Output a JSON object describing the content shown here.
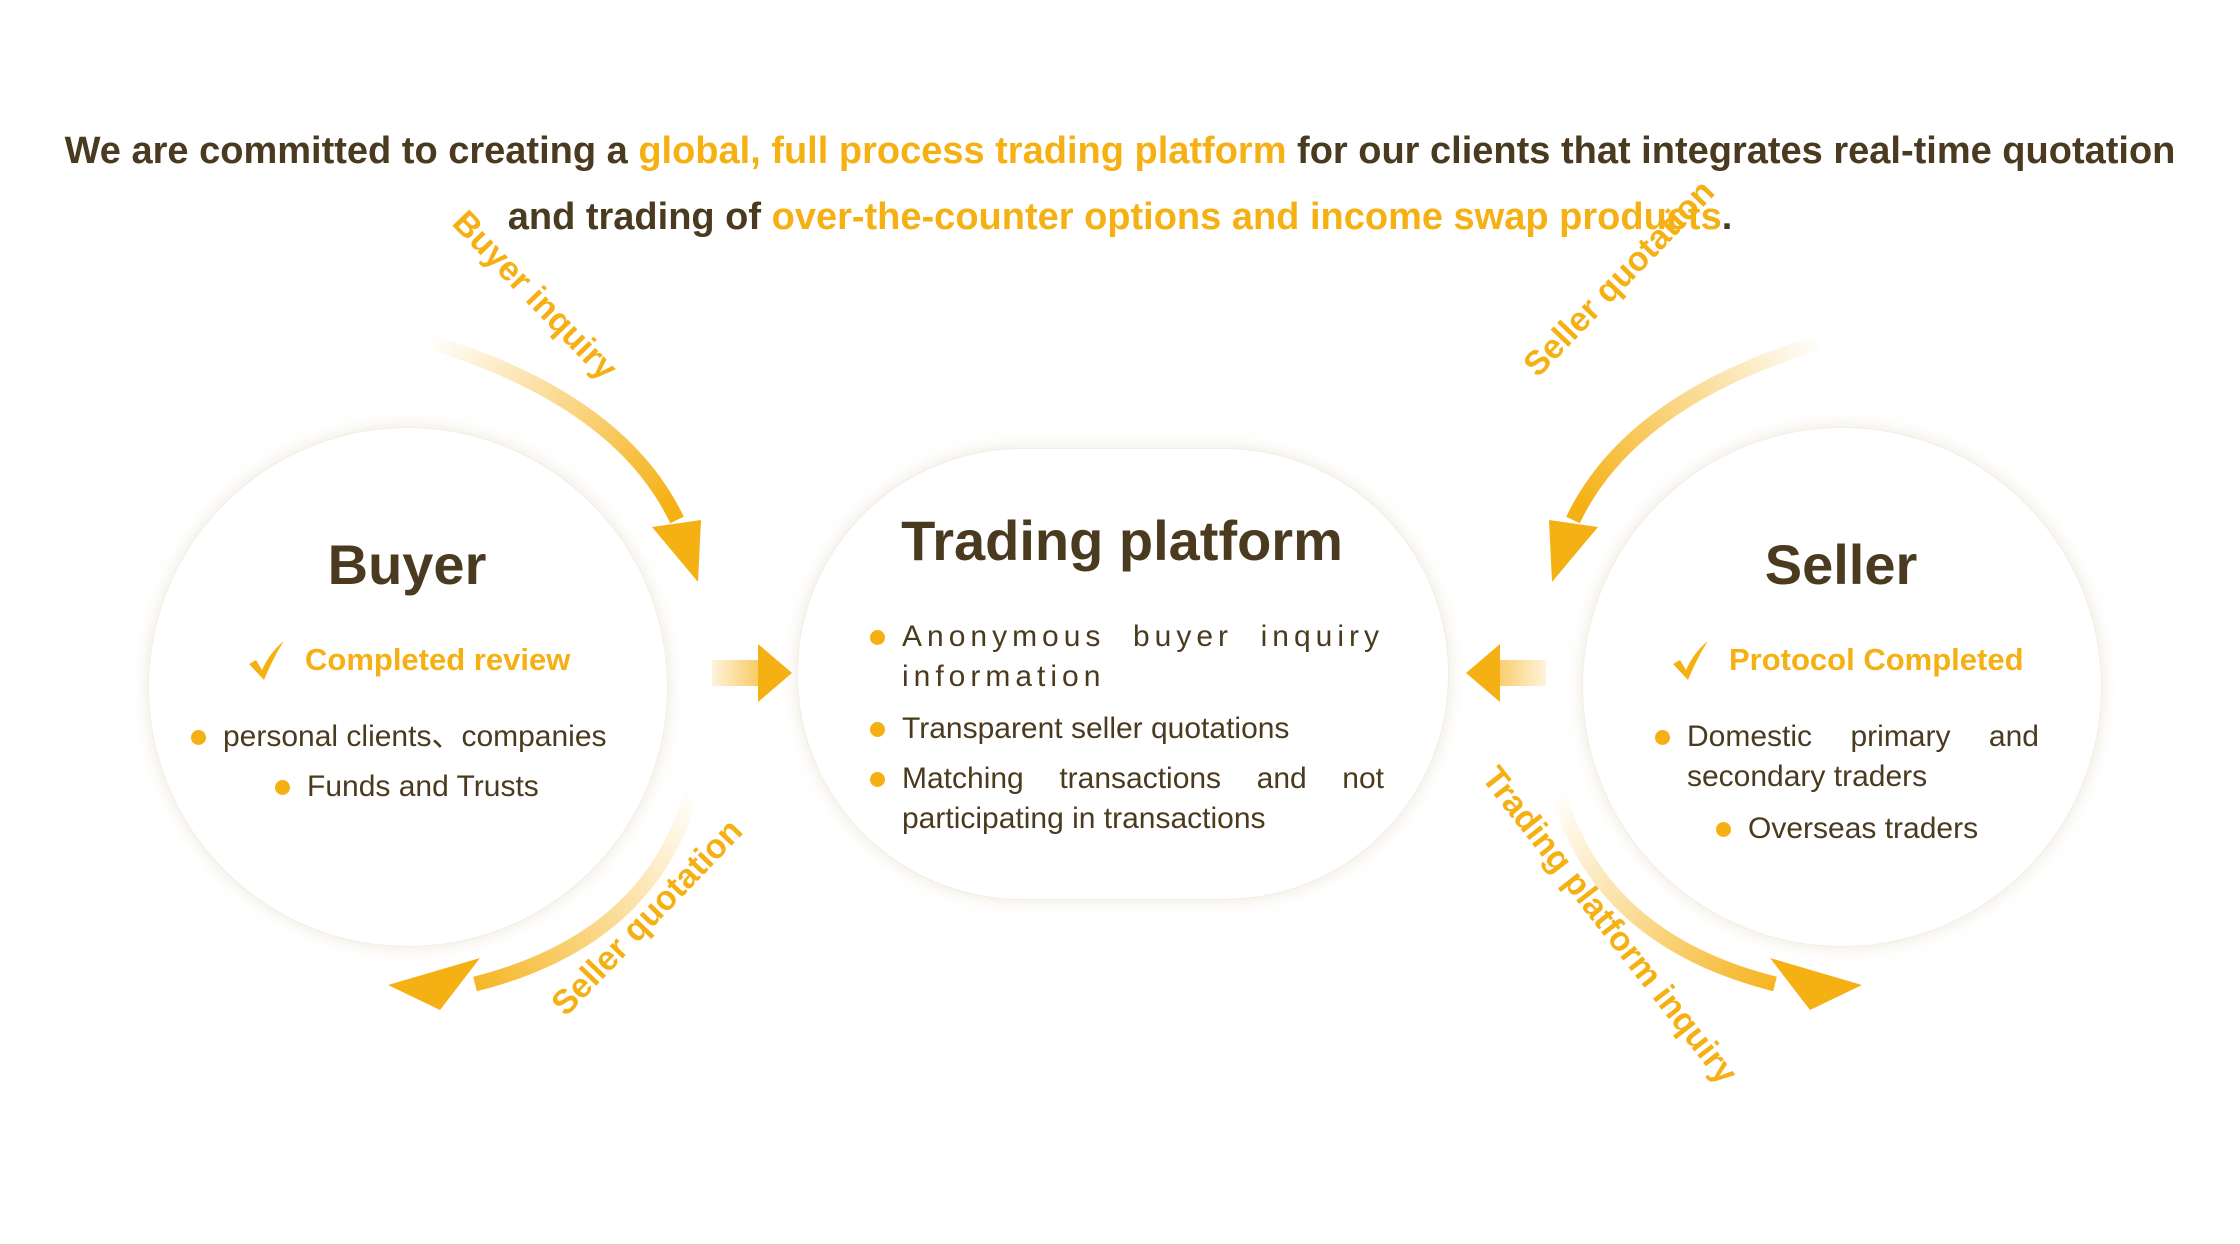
{
  "headline": {
    "part1": "We are committed to creating a ",
    "highlight1": "global, full process trading platform",
    "part2": " for our clients that integrates real-time quotation",
    "part3": "and trading of ",
    "highlight2": "over-the-counter options and income swap products",
    "part4": "."
  },
  "buyer": {
    "title": "Buyer",
    "status": "Completed review",
    "items": [
      "personal clients、companies",
      "Funds and Trusts"
    ]
  },
  "platform": {
    "title": "Trading platform",
    "items": [
      "Anonymous buyer inquiry information",
      "Transparent seller quotations",
      "Matching transactions and not participating in transactions"
    ]
  },
  "seller": {
    "title": "Seller",
    "status": "Protocol Completed",
    "items": [
      "Domestic primary and secondary traders",
      "Overseas traders"
    ]
  },
  "flows": {
    "buyer_inquiry": "Buyer inquiry",
    "seller_quotation_top": "Seller quotation",
    "seller_quotation_bottom": "Seller quotation",
    "platform_inquiry": "Trading platform inquiry"
  },
  "colors": {
    "accent": "#f5b014",
    "text": "#4a3a1f"
  }
}
